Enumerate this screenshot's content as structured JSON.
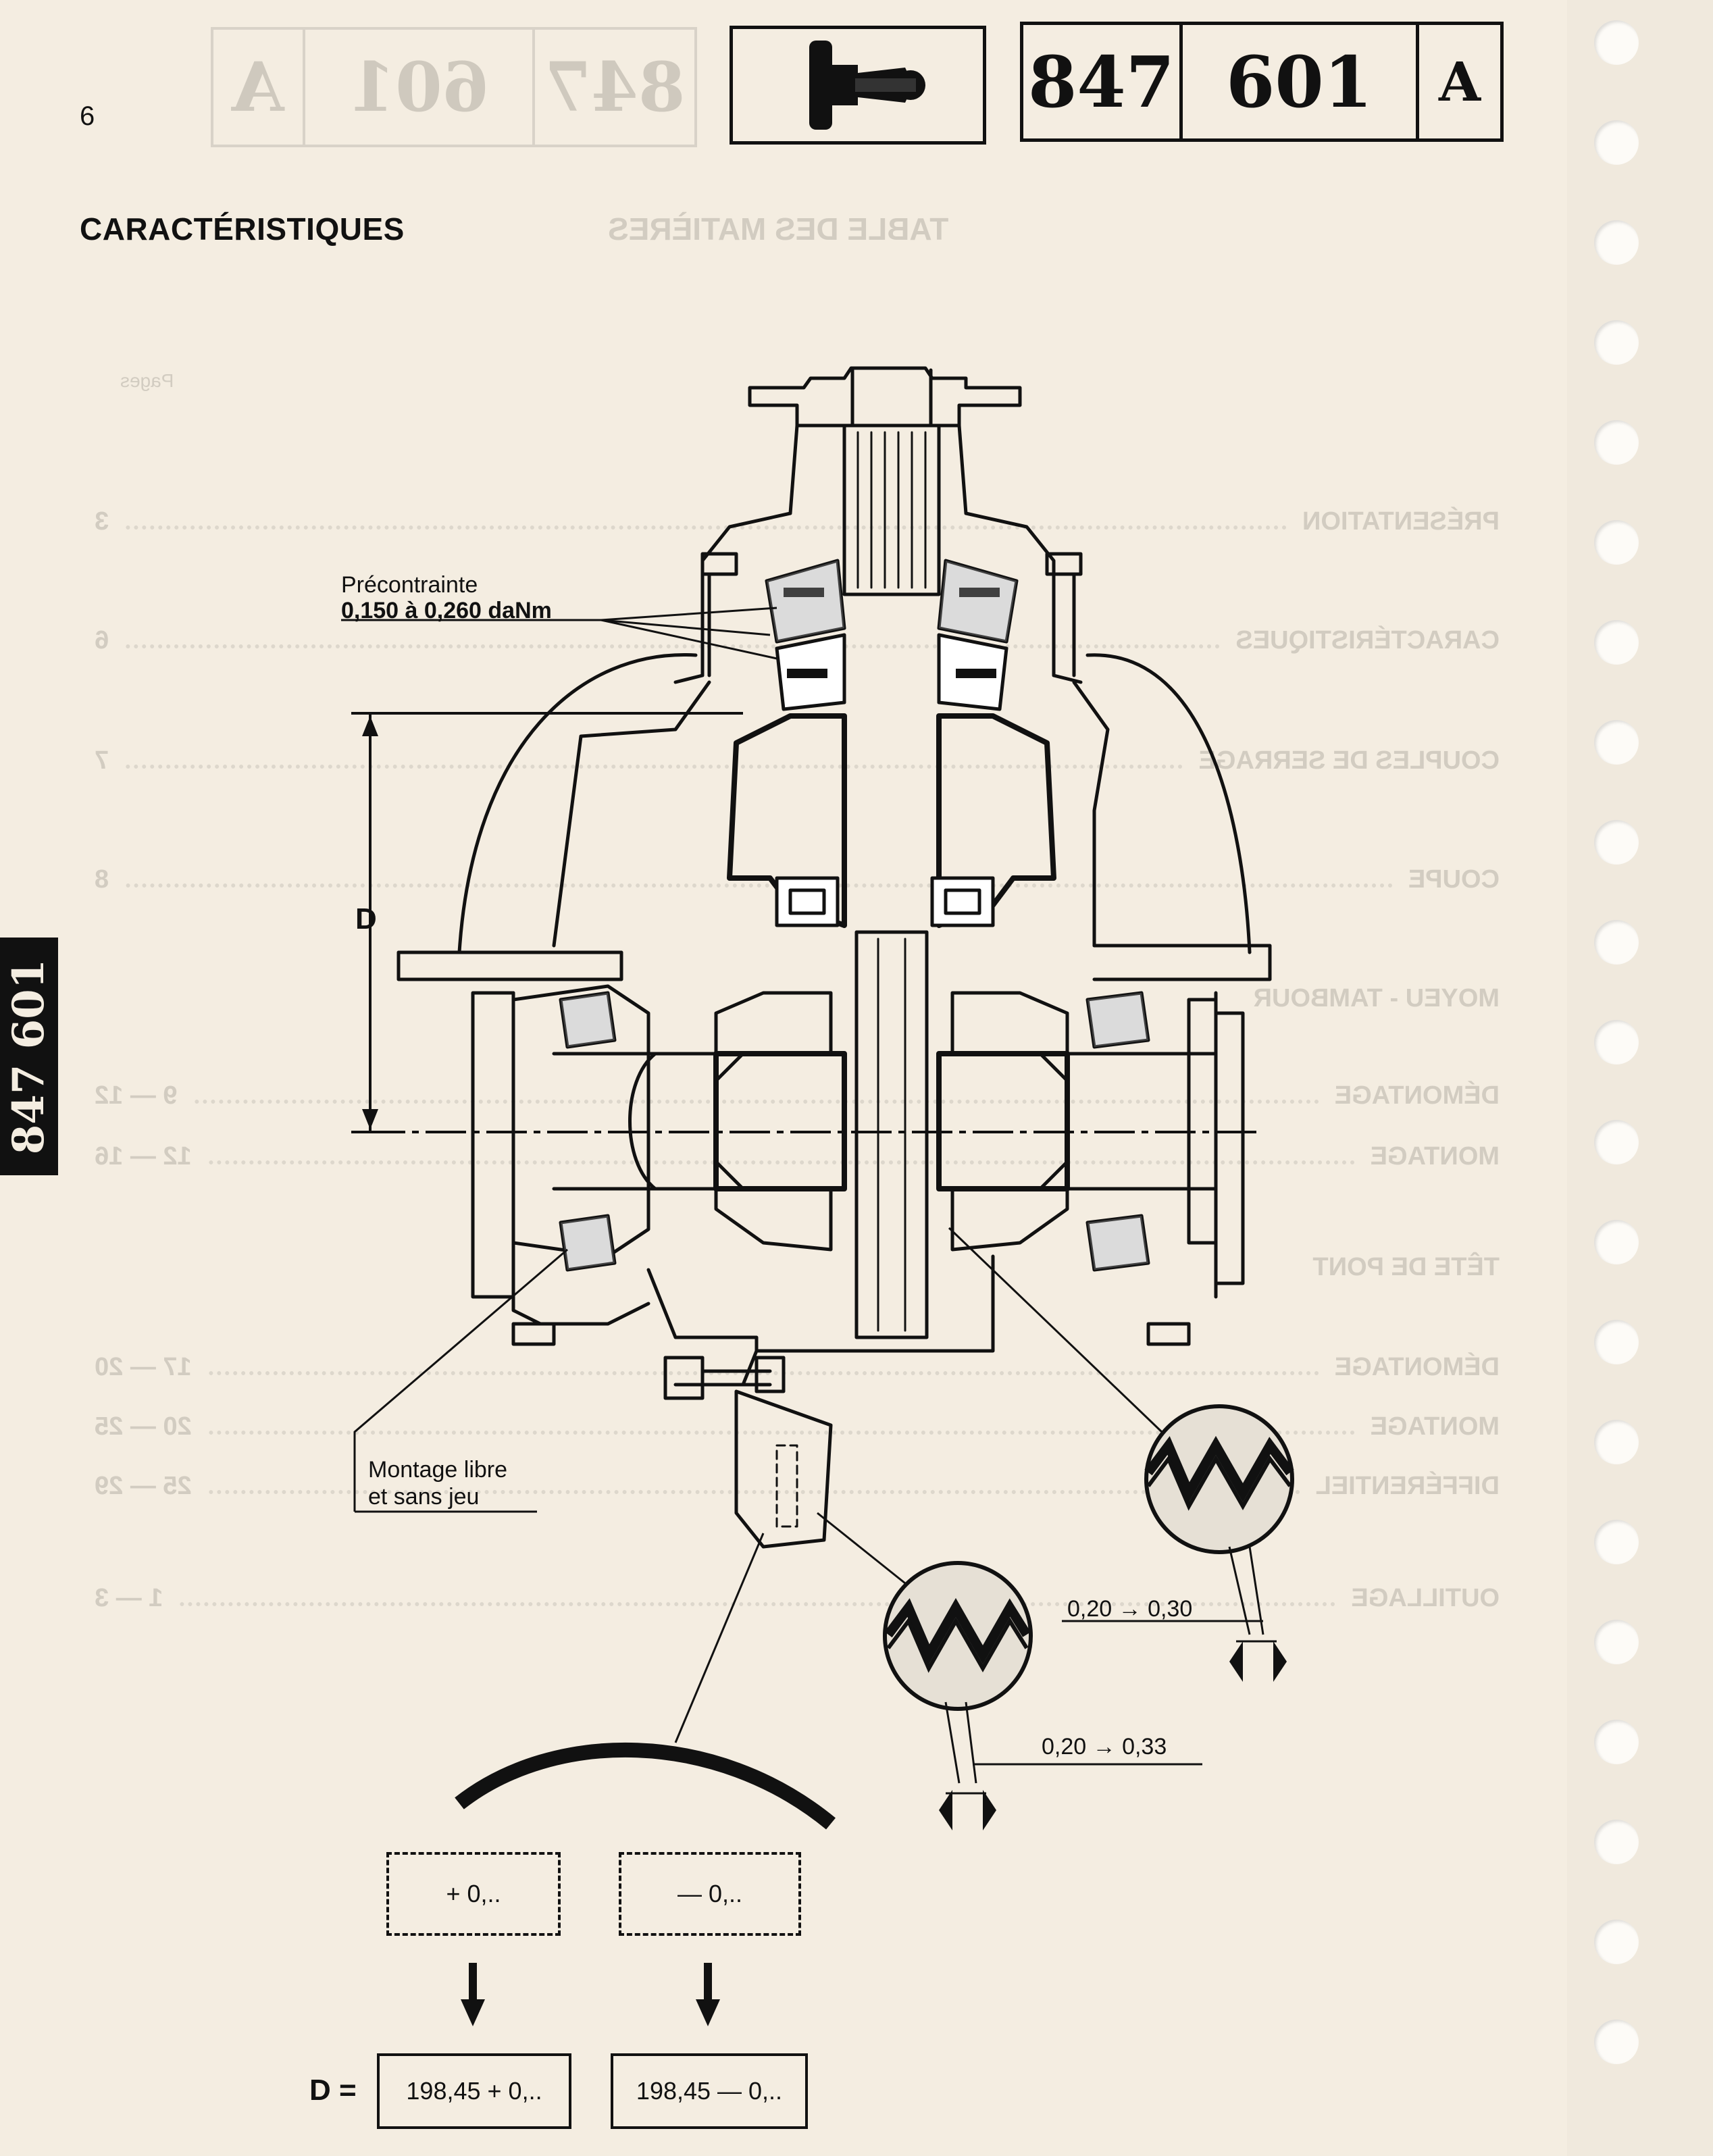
{
  "header": {
    "page_number": "6",
    "section_title": "CARACTÉRISTIQUES",
    "ref": [
      "847",
      "601",
      "A"
    ],
    "side_tab": "847 601",
    "icon": "axle-icon"
  },
  "bleed_through": {
    "ref": [
      "847",
      "601",
      "A"
    ],
    "title": "TABLE DES MATIÈRES",
    "pages_label": "Pages",
    "toc": [
      {
        "label": "PRÉSENTATION",
        "pages": "3"
      },
      {
        "label": "CARACTÉRISTIQUES",
        "pages": "6"
      },
      {
        "label": "COUPLES DE SERRAGE",
        "pages": "7"
      },
      {
        "label": "COUPE",
        "pages": "8"
      },
      {
        "label": "MOYEU - TAMBOUR",
        "pages": ""
      },
      {
        "label": "DÉMONTAGE",
        "pages": "9 — 12"
      },
      {
        "label": "MONTAGE",
        "pages": "12 — 16"
      },
      {
        "label": "TÊTE DE PONT",
        "pages": ""
      },
      {
        "label": "DÉMONTAGE",
        "pages": "17 — 20"
      },
      {
        "label": "MONTAGE",
        "pages": "20 — 25"
      },
      {
        "label": "DIFFÉRENTIEL",
        "pages": "25 — 29"
      },
      {
        "label": "OUTILLAGE",
        "pages": "1 — 3"
      }
    ]
  },
  "diagram": {
    "preload_label": "Précontrainte",
    "preload_value": "0,150 à 0,260 daNm",
    "dimension_label": "D",
    "free_mount_line1": "Montage libre",
    "free_mount_line2": "et sans jeu",
    "backlash_1": "0,20 → 0,30",
    "backlash_2": "0,20 → 0,33"
  },
  "formula": {
    "plus_box": "+ 0,..",
    "minus_box": "— 0,..",
    "d_label": "D =",
    "result_plus": "198,45  +  0,..",
    "result_minus": "198,45  —  0,.."
  }
}
